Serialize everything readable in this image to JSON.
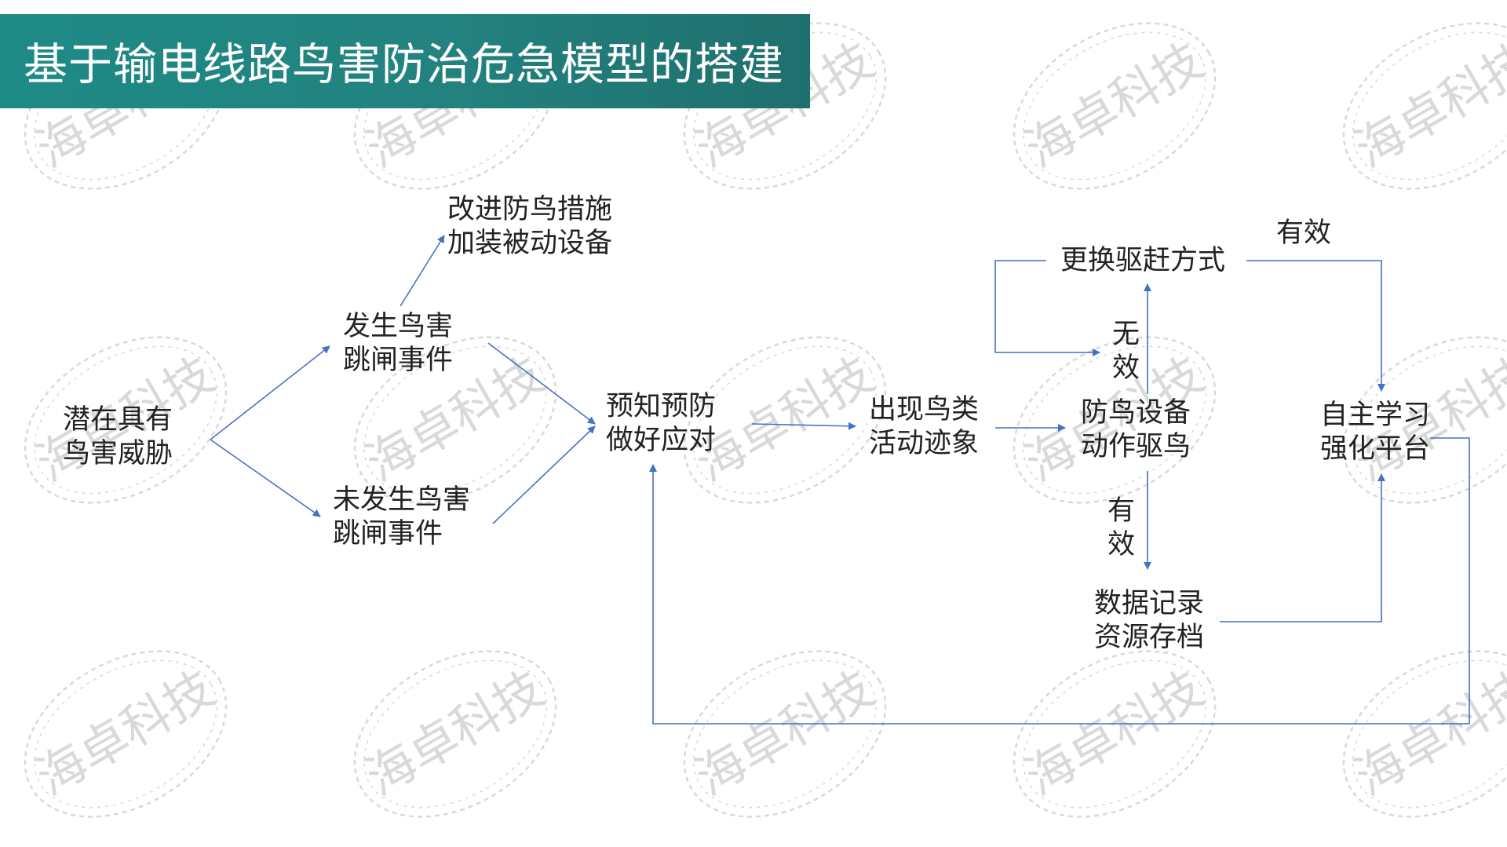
{
  "title": "基于输电线路鸟害防治危急模型的搭建",
  "watermark_text": "海卓科技",
  "colors": {
    "title_bg": "#1e8a86",
    "arrow": "#4472c4",
    "text": "#222222",
    "watermark": "#d9d9d9"
  },
  "nodes": {
    "potential_threat": [
      "潜在具有",
      "鸟害威胁"
    ],
    "improve_measures": [
      "改进防鸟措施",
      "加装被动设备"
    ],
    "trip_event": [
      "发生鸟害",
      "跳闸事件"
    ],
    "no_trip_event": [
      "未发生鸟害",
      "跳闸事件"
    ],
    "predict_prevent": [
      "预知预防",
      "做好应对"
    ],
    "bird_activity": [
      "出现鸟类",
      "活动迹象"
    ],
    "device_action": [
      "防鸟设备",
      "动作驱鸟"
    ],
    "change_method": [
      "更换驱赶方式"
    ],
    "self_learning": [
      "自主学习",
      "强化平台"
    ],
    "data_record": [
      "数据记录",
      "资源存档"
    ]
  },
  "edge_labels": {
    "invalid": [
      "无",
      "效"
    ],
    "valid_down": [
      "有",
      "效"
    ],
    "valid_top": "有效"
  }
}
